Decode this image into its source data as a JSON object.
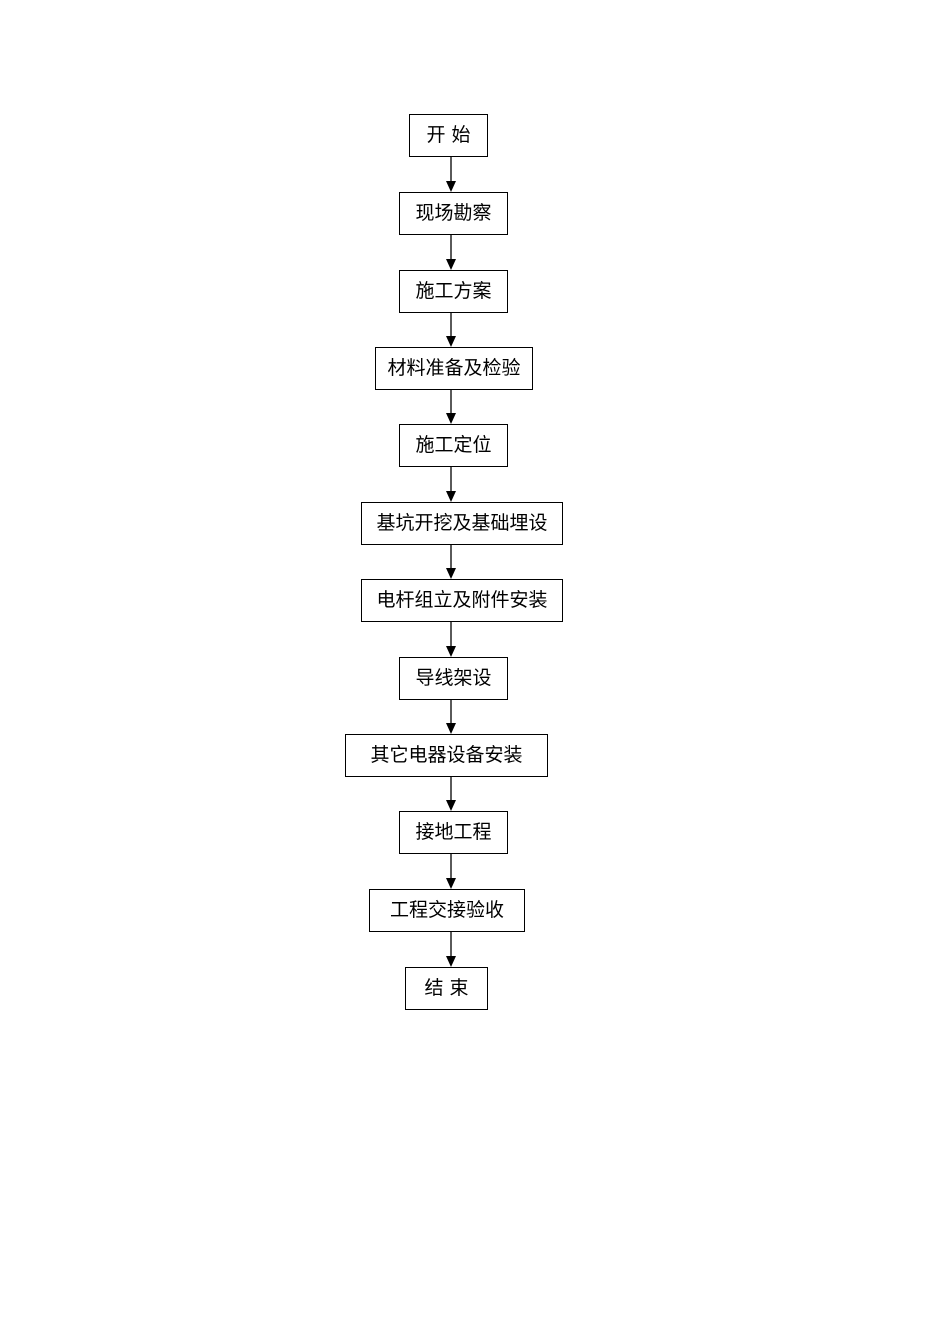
{
  "flowchart": {
    "steps": [
      {
        "label": "开 始"
      },
      {
        "label": "现场勘察"
      },
      {
        "label": "施工方案"
      },
      {
        "label": "材料准备及检验"
      },
      {
        "label": "施工定位"
      },
      {
        "label": "基坑开挖及基础埋设"
      },
      {
        "label": "电杆组立及附件安装"
      },
      {
        "label": "导线架设"
      },
      {
        "label": "其它电器设备安装"
      },
      {
        "label": "接地工程"
      },
      {
        "label": "工程交接验收"
      },
      {
        "label": "结 束"
      }
    ]
  },
  "colors": {
    "line": "#000000",
    "box_border": "#000000",
    "background": "#ffffff"
  }
}
